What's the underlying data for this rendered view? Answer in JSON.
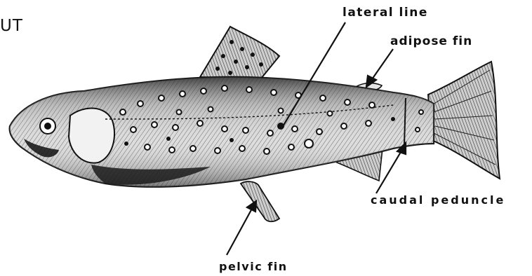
{
  "figure": {
    "partial_text": "UT",
    "labels": {
      "lateral_line": "lateral line",
      "adipose_fin": "adipose fin",
      "caudal_peduncle": "caudal peduncle",
      "pelvic_fin": "pelvic fin"
    }
  }
}
